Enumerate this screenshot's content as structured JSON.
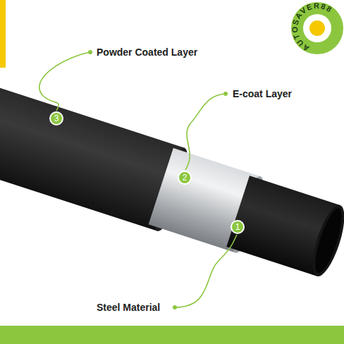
{
  "diagram": {
    "nodes": [
      {
        "text": [
          "3"
        ]
      },
      {
        "text": [
          "2"
        ]
      },
      {
        "text": [
          "1"
        ]
      }
    ],
    "labels": [
      "Powder Coated Layer",
      "E-coat Layer",
      "Steel Material",
      "AUTOSAVER88"
    ]
  }
}
